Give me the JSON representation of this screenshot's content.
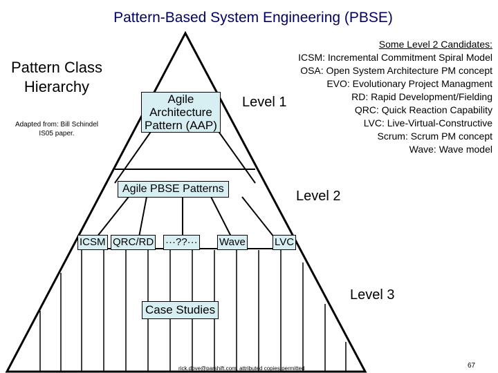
{
  "title": "Pattern-Based System Engineering (PBSE)",
  "side": {
    "heading": "Pattern Class Hierarchy",
    "adapted": "Adapted from: Bill Schindel IS05 paper."
  },
  "levels": {
    "level1": "Level 1",
    "level2": "Level 2",
    "level3": "Level 3"
  },
  "candidates": {
    "heading": "Some Level 2 Candidates:",
    "items": [
      "ICSM: Incremental Commitment Spiral Model",
      "OSA: Open System Architecture PM concept",
      "EVO: Evolutionary Project Managment",
      "RD: Rapid Development/Fielding",
      "QRC: Quick Reaction Capability",
      "LVC: Live-Virtual-Constructive",
      "Scrum: Scrum PM concept",
      "Wave: Wave model"
    ]
  },
  "aap": {
    "line1": "Agile",
    "line2": "Architecture",
    "line3": "Pattern (AAP)"
  },
  "level2_box": "Agile PBSE Patterns",
  "level3_items": {
    "icsm": "ICSM",
    "qrc": "QRC/RD",
    "dots": "···??···",
    "wave": "Wave",
    "lvc": "LVC"
  },
  "case_studies": "Case Studies",
  "footer": "rick.dove@parshift.com, attributed copies permitted",
  "page_number": "67",
  "colors": {
    "title": "#000066",
    "box_fill": "#d7eef3",
    "lines": "#000000"
  }
}
